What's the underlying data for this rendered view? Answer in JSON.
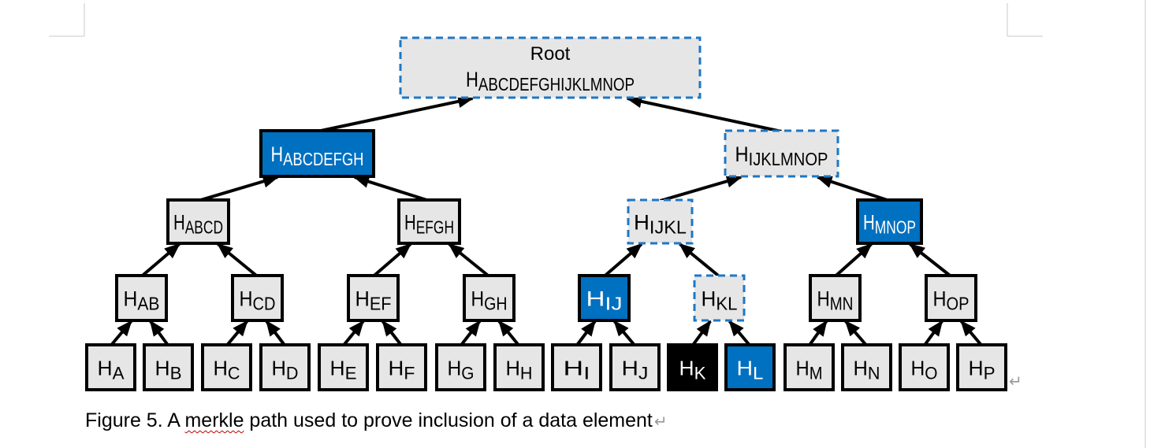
{
  "colors": {
    "path_fill": "#0070c0",
    "target_fill": "#000000",
    "regular_fill": "#e6e6e6",
    "computed_border": "#1f77c4",
    "border": "#000000",
    "page_marks": "#c8c8c8",
    "edit_marks": "#9a9a9a"
  },
  "nodes": [
    {
      "id": "root",
      "title": "Root",
      "base": "H",
      "sub": "ABCDEFGHIJKLMNOP",
      "style": "computed"
    },
    {
      "id": "abcdefgh",
      "base": "H",
      "sub": "ABCDEFGH",
      "style": "path"
    },
    {
      "id": "ijklmnop",
      "base": "H",
      "sub": "IJKLMNOP",
      "style": "computed"
    },
    {
      "id": "abcd",
      "base": "H",
      "sub": "ABCD",
      "style": "regular"
    },
    {
      "id": "efgh",
      "base": "H",
      "sub": "EFGH",
      "style": "regular"
    },
    {
      "id": "ijkl",
      "base": "H",
      "sub": "IJKL",
      "style": "computed"
    },
    {
      "id": "mnop",
      "base": "H",
      "sub": "MNOP",
      "style": "path"
    },
    {
      "id": "ab",
      "base": "H",
      "sub": "AB",
      "style": "regular"
    },
    {
      "id": "cd",
      "base": "H",
      "sub": "CD",
      "style": "regular"
    },
    {
      "id": "ef",
      "base": "H",
      "sub": "EF",
      "style": "regular"
    },
    {
      "id": "gh",
      "base": "H",
      "sub": "GH",
      "style": "regular"
    },
    {
      "id": "ij",
      "base": "H",
      "sub": "IJ",
      "style": "path"
    },
    {
      "id": "kl",
      "base": "H",
      "sub": "KL",
      "style": "computed"
    },
    {
      "id": "mn",
      "base": "H",
      "sub": "MN",
      "style": "regular"
    },
    {
      "id": "op",
      "base": "H",
      "sub": "OP",
      "style": "regular"
    },
    {
      "id": "a",
      "base": "H",
      "sub": "A",
      "style": "regular"
    },
    {
      "id": "b",
      "base": "H",
      "sub": "B",
      "style": "regular"
    },
    {
      "id": "c",
      "base": "H",
      "sub": "C",
      "style": "regular"
    },
    {
      "id": "d",
      "base": "H",
      "sub": "D",
      "style": "regular"
    },
    {
      "id": "e",
      "base": "H",
      "sub": "E",
      "style": "regular"
    },
    {
      "id": "f",
      "base": "H",
      "sub": "F",
      "style": "regular"
    },
    {
      "id": "g",
      "base": "H",
      "sub": "G",
      "style": "regular"
    },
    {
      "id": "h",
      "base": "H",
      "sub": "H",
      "style": "regular"
    },
    {
      "id": "i",
      "base": "H",
      "sub": "I",
      "style": "regular"
    },
    {
      "id": "j",
      "base": "H",
      "sub": "J",
      "style": "regular"
    },
    {
      "id": "k",
      "base": "H",
      "sub": "K",
      "style": "target"
    },
    {
      "id": "l",
      "base": "H",
      "sub": "L",
      "style": "path"
    },
    {
      "id": "m",
      "base": "H",
      "sub": "M",
      "style": "regular"
    },
    {
      "id": "n",
      "base": "H",
      "sub": "N",
      "style": "regular"
    },
    {
      "id": "o",
      "base": "H",
      "sub": "O",
      "style": "regular"
    },
    {
      "id": "p",
      "base": "H",
      "sub": "P",
      "style": "regular"
    }
  ],
  "edges": [
    [
      "abcdefgh",
      "root"
    ],
    [
      "ijklmnop",
      "root"
    ],
    [
      "abcd",
      "abcdefgh"
    ],
    [
      "efgh",
      "abcdefgh"
    ],
    [
      "ijkl",
      "ijklmnop"
    ],
    [
      "mnop",
      "ijklmnop"
    ],
    [
      "ab",
      "abcd"
    ],
    [
      "cd",
      "abcd"
    ],
    [
      "ef",
      "efgh"
    ],
    [
      "gh",
      "efgh"
    ],
    [
      "ij",
      "ijkl"
    ],
    [
      "kl",
      "ijkl"
    ],
    [
      "mn",
      "mnop"
    ],
    [
      "op",
      "mnop"
    ],
    [
      "a",
      "ab"
    ],
    [
      "b",
      "ab"
    ],
    [
      "c",
      "cd"
    ],
    [
      "d",
      "cd"
    ],
    [
      "e",
      "ef"
    ],
    [
      "f",
      "ef"
    ],
    [
      "g",
      "gh"
    ],
    [
      "h",
      "gh"
    ],
    [
      "i",
      "ij"
    ],
    [
      "j",
      "ij"
    ],
    [
      "k",
      "kl"
    ],
    [
      "l",
      "kl"
    ],
    [
      "m",
      "mn"
    ],
    [
      "n",
      "mn"
    ],
    [
      "o",
      "op"
    ],
    [
      "p",
      "op"
    ]
  ],
  "caption": {
    "before": "Figure 5. A ",
    "misspelled": "merkle",
    "after": " path used to prove inclusion of a data element",
    "paragraph_mark": "↵"
  },
  "end_mark": "↵"
}
